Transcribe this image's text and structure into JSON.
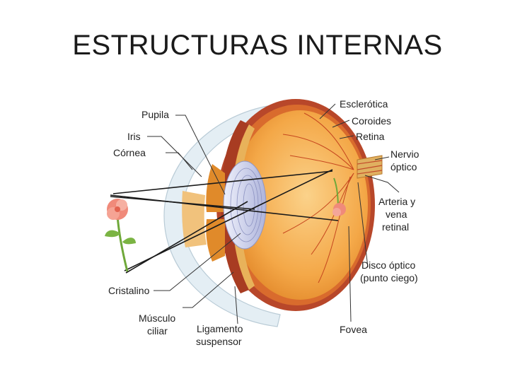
{
  "title": "ESTRUCTURAS INTERNAS",
  "labels": {
    "pupila": "Pupila",
    "iris": "Iris",
    "cornea": "Córnea",
    "cristalino": "Cristalino",
    "musculo_1": "Músculo",
    "musculo_2": "ciliar",
    "ligamento_1": "Ligamento",
    "ligamento_2": "suspensor",
    "esclerotica": "Esclerótica",
    "coroides": "Coroides",
    "retina": "Retina",
    "nervio_1": "Nervio",
    "nervio_2": "óptico",
    "arteria_1": "Arteria y",
    "arteria_2": "vena",
    "arteria_3": "retinal",
    "disco_1": "Disco óptico",
    "disco_2": "(punto ciego)",
    "fovea": "Fovea"
  },
  "colors": {
    "eyeball": "#f2a341",
    "sclera_rim": "#c0522d",
    "cornea": "#d7e6ef",
    "lens": "#c9cde8",
    "flower": "#f08a7a",
    "stem": "#6fa83a"
  }
}
